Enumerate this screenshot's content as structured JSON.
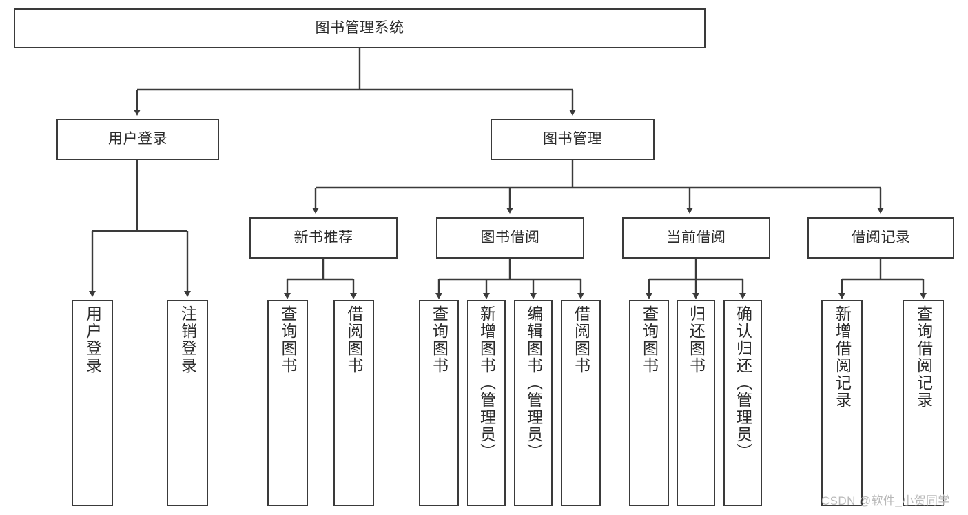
{
  "diagram": {
    "title": "图书管理系统",
    "type": "hierarchy-tree",
    "root": {
      "id": "root",
      "label": "图书管理系统"
    },
    "level1": [
      {
        "id": "user-login",
        "label": "用户登录"
      },
      {
        "id": "book-manage",
        "label": "图书管理"
      }
    ],
    "level2": [
      {
        "id": "new-book-rec",
        "label": "新书推荐",
        "parent": "book-manage"
      },
      {
        "id": "book-borrow",
        "label": "图书借阅",
        "parent": "book-manage"
      },
      {
        "id": "current-borrow",
        "label": "当前借阅",
        "parent": "book-manage"
      },
      {
        "id": "borrow-record",
        "label": "借阅记录",
        "parent": "book-manage"
      }
    ],
    "leaves": {
      "user-login": [
        {
          "id": "leaf-user-login",
          "label": "用户登录"
        },
        {
          "id": "leaf-logout",
          "label": "注销登录"
        }
      ],
      "new-book-rec": [
        {
          "id": "leaf-query-book-1",
          "label": "查询图书"
        },
        {
          "id": "leaf-borrow-book-1",
          "label": "借阅图书"
        }
      ],
      "book-borrow": [
        {
          "id": "leaf-query-book-2",
          "label": "查询图书"
        },
        {
          "id": "leaf-add-book",
          "label": "新增图书（管理员）"
        },
        {
          "id": "leaf-edit-book",
          "label": "编辑图书（管理员）"
        },
        {
          "id": "leaf-borrow-book-2",
          "label": "借阅图书"
        }
      ],
      "current-borrow": [
        {
          "id": "leaf-query-book-3",
          "label": "查询图书"
        },
        {
          "id": "leaf-return-book",
          "label": "归还图书"
        },
        {
          "id": "leaf-confirm-return",
          "label": "确认归还（管理员）"
        }
      ],
      "borrow-record": [
        {
          "id": "leaf-add-record",
          "label": "新增借阅记录"
        },
        {
          "id": "leaf-query-record",
          "label": "查询借阅记录"
        }
      ]
    }
  },
  "watermark": {
    "text": "CSDN @软件_小贺同学"
  },
  "colors": {
    "stroke": "#3a3a3a",
    "text": "#2b2b2b",
    "background": "#ffffff",
    "watermark": "#b9b9b9"
  }
}
